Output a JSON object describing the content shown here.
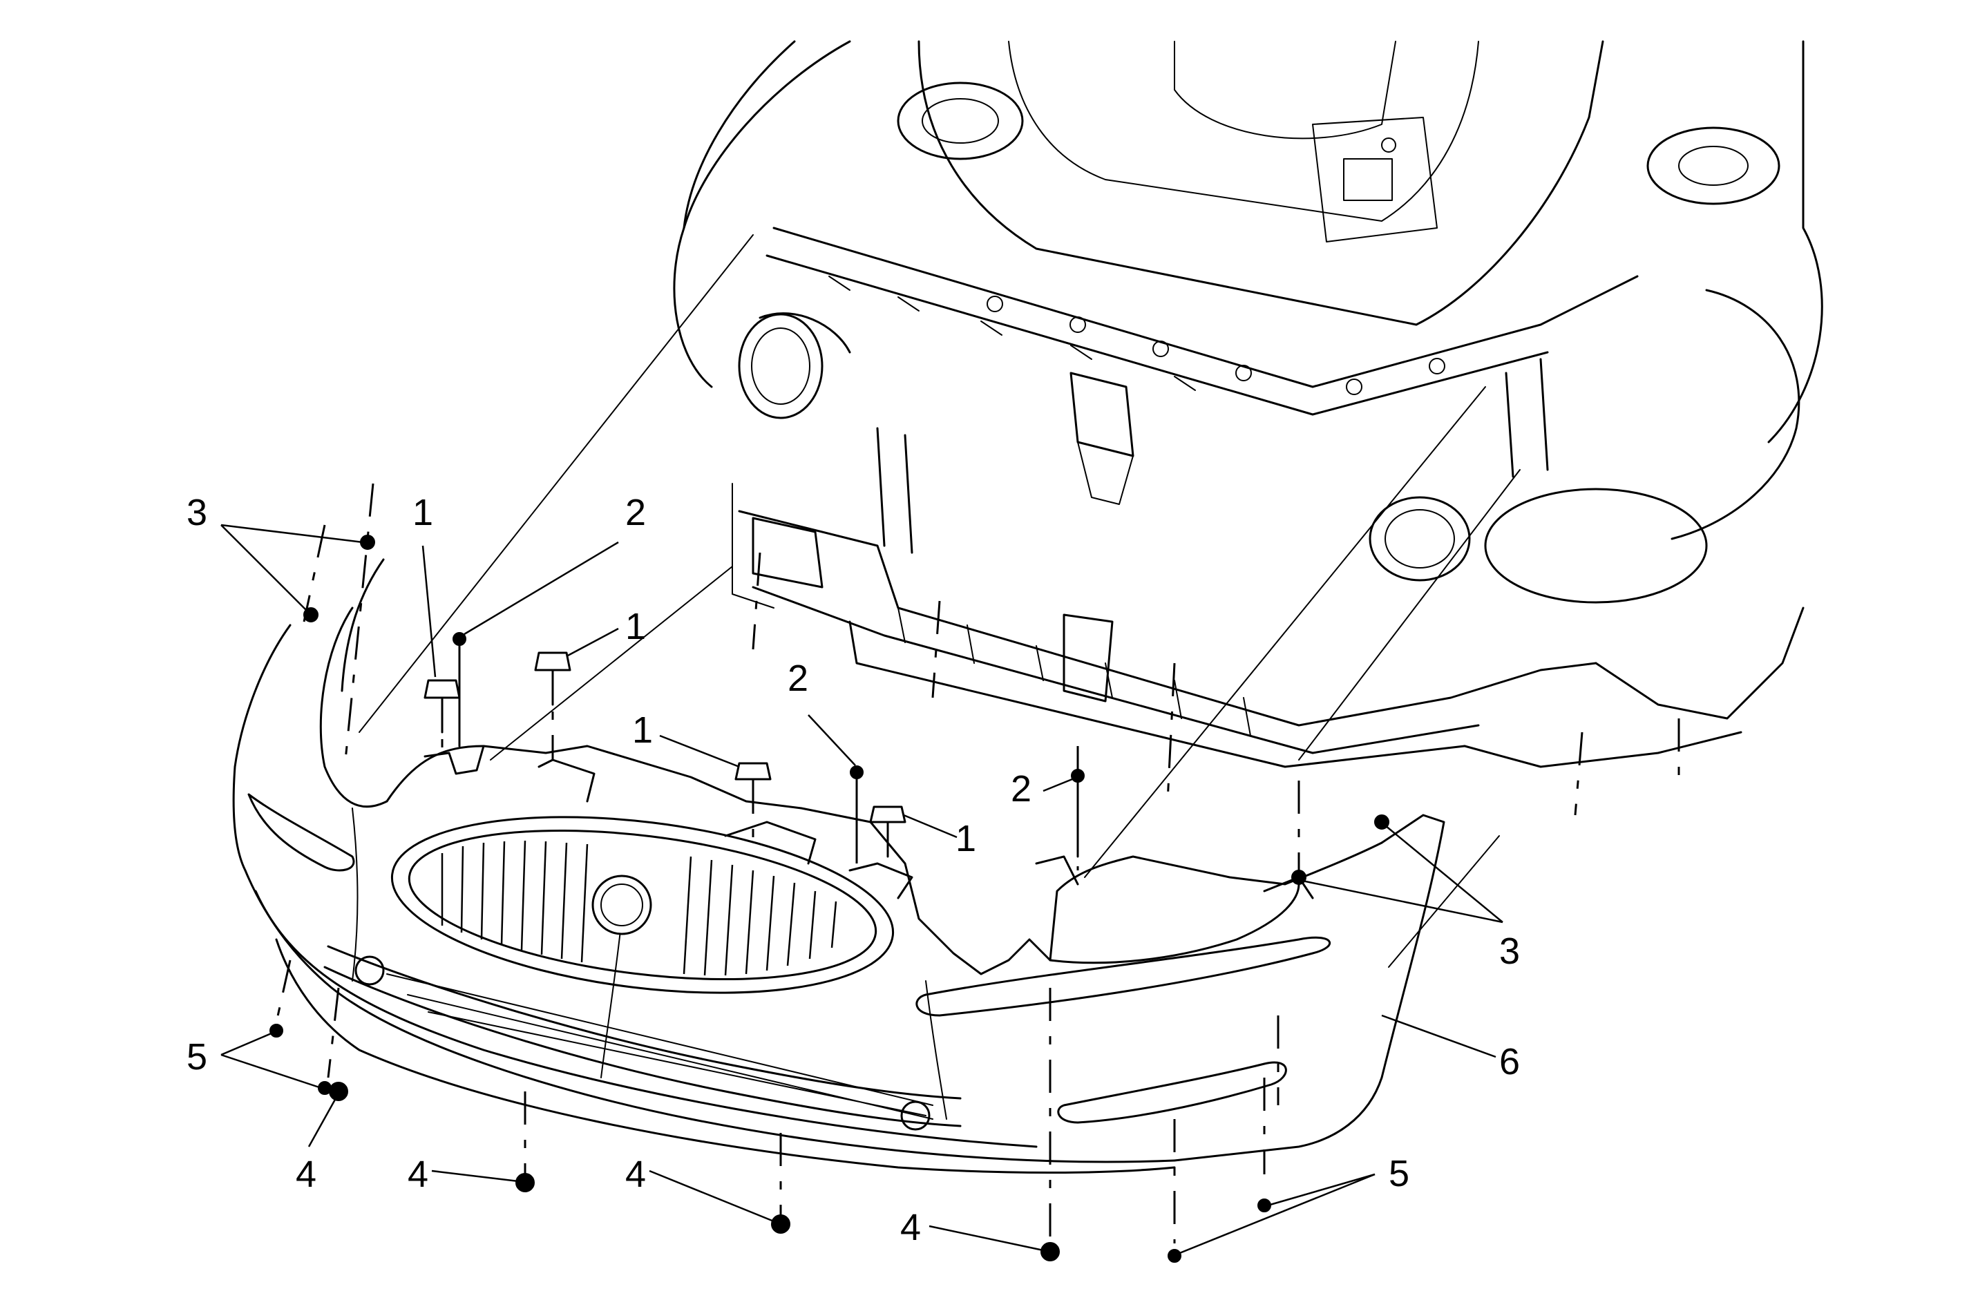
{
  "callouts": [
    {
      "id": "c1a",
      "text": "1"
    },
    {
      "id": "c1b",
      "text": "1"
    },
    {
      "id": "c1c",
      "text": "1"
    },
    {
      "id": "c1d",
      "text": "1"
    },
    {
      "id": "c2a",
      "text": "2"
    },
    {
      "id": "c2b",
      "text": "2"
    },
    {
      "id": "c2c",
      "text": "2"
    },
    {
      "id": "c3a",
      "text": "3"
    },
    {
      "id": "c3b",
      "text": "3"
    },
    {
      "id": "c4a",
      "text": "4"
    },
    {
      "id": "c4b",
      "text": "4"
    },
    {
      "id": "c4c",
      "text": "4"
    },
    {
      "id": "c4d",
      "text": "4"
    },
    {
      "id": "c5a",
      "text": "5"
    },
    {
      "id": "c5b",
      "text": "5"
    },
    {
      "id": "c6a",
      "text": "6"
    }
  ],
  "colors": {
    "line": "#000000",
    "background": "#ffffff"
  }
}
